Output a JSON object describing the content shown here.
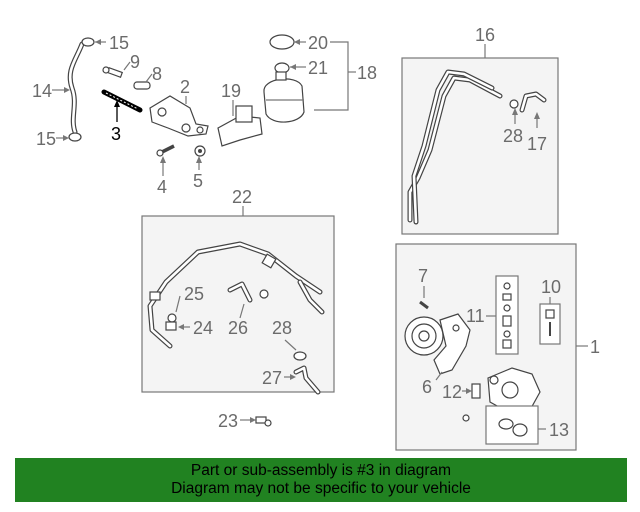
{
  "labels": {
    "l1": "1",
    "l2": "2",
    "l3": "3",
    "l4": "4",
    "l5": "5",
    "l6": "6",
    "l7": "7",
    "l8": "8",
    "l9": "9",
    "l10": "10",
    "l11": "11",
    "l12": "12",
    "l13": "13",
    "l14": "14",
    "l15a": "15",
    "l15b": "15",
    "l16": "16",
    "l17": "17",
    "l18": "18",
    "l19": "19",
    "l20": "20",
    "l21": "21",
    "l22": "22",
    "l23": "23",
    "l24": "24",
    "l25": "25",
    "l26": "26",
    "l27": "27",
    "l28a": "28",
    "l28b": "28"
  },
  "highlighted_part": "3",
  "banner": {
    "line1": "Part or sub-assembly is #3 in diagram",
    "line2": "Diagram may not be specific to your vehicle"
  },
  "colors": {
    "banner_bg": "#218221",
    "label": "#6b6b6b",
    "highlight": "#000000"
  }
}
